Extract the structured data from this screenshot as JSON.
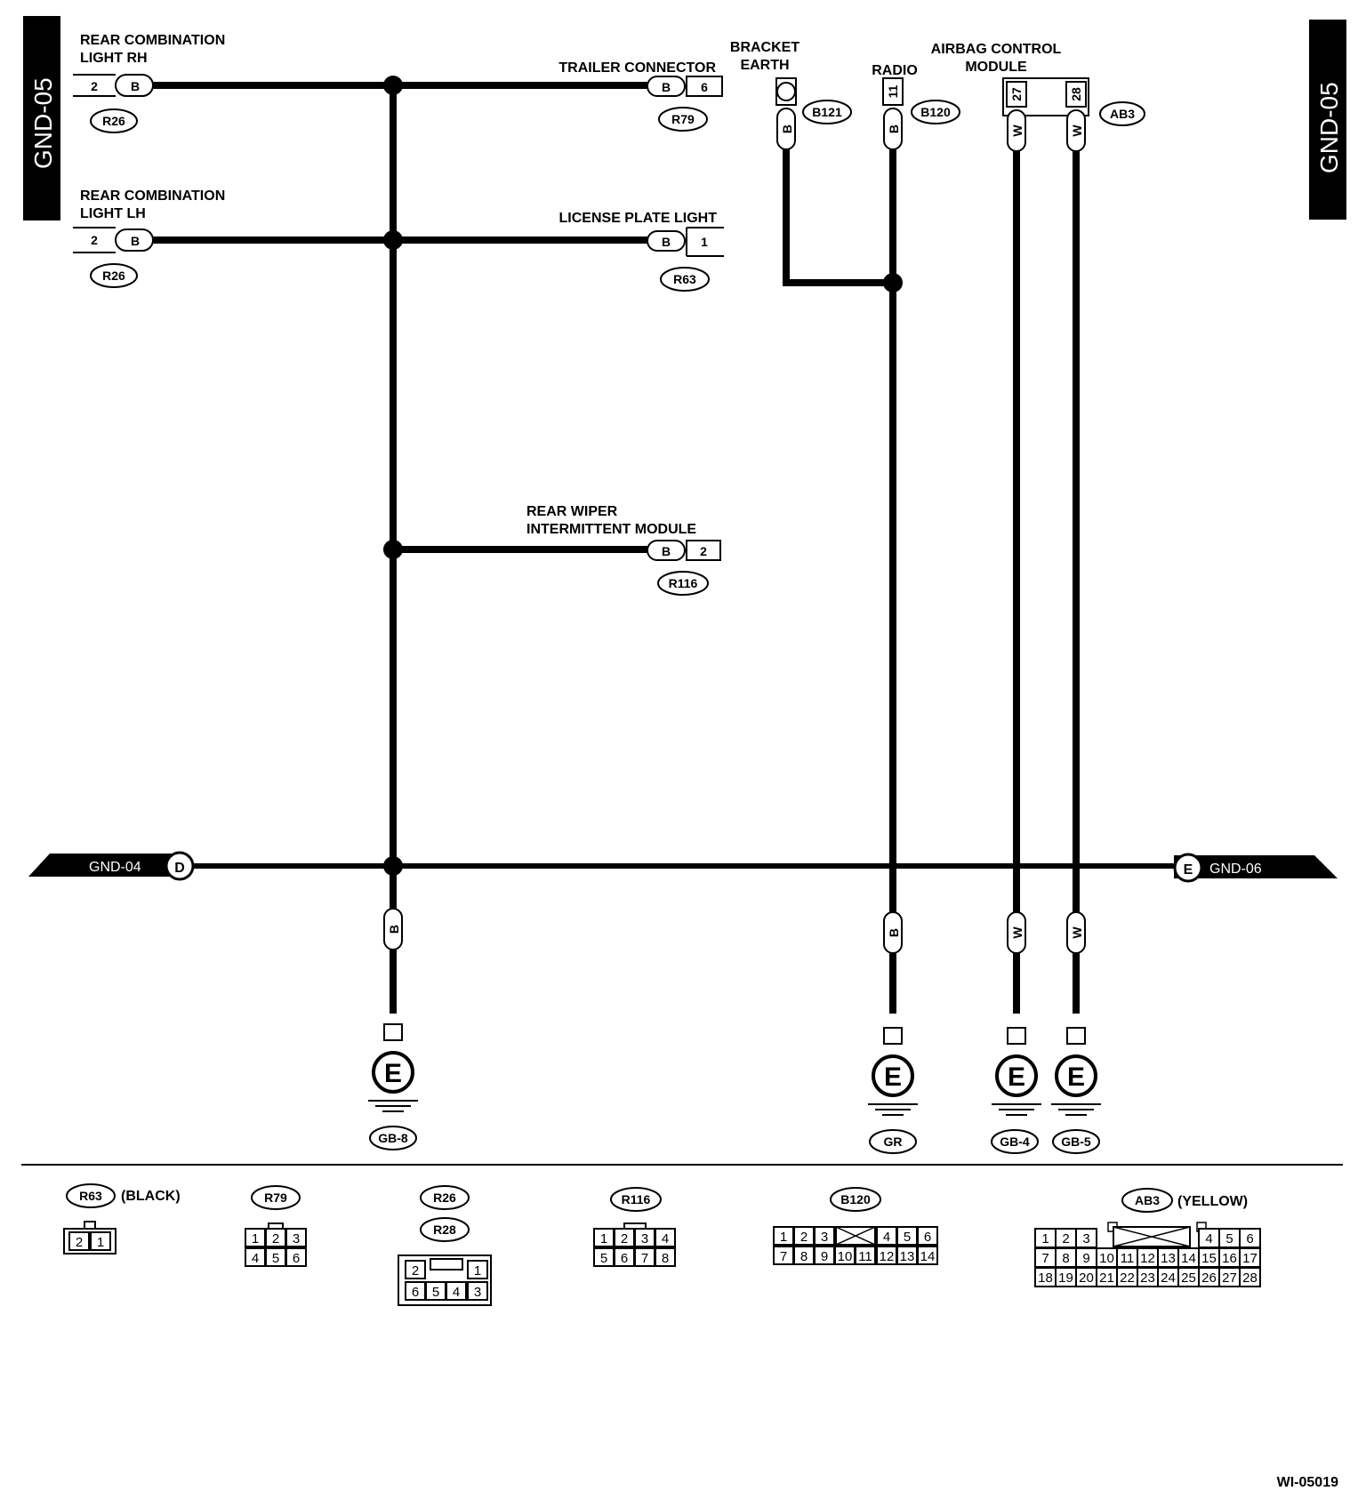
{
  "page_tabs": {
    "left": "GND-05",
    "right": "GND-05"
  },
  "figure_id": "WI-05019",
  "bus": {
    "left_label": "GND-04",
    "left_letter": "D",
    "right_label": "GND-06",
    "right_letter": "E"
  },
  "components": {
    "rcl_rh": {
      "line1": "REAR COMBINATION",
      "line2": "LIGHT RH",
      "pin": "2",
      "color": "B",
      "connector": "R26"
    },
    "rcl_lh": {
      "line1": "REAR COMBINATION",
      "line2": "LIGHT LH",
      "pin": "2",
      "color": "B",
      "connector": "R26"
    },
    "trailer": {
      "label": "TRAILER CONNECTOR",
      "color": "B",
      "pin": "6",
      "connector": "R79"
    },
    "license": {
      "label": "LICENSE PLATE LIGHT",
      "color": "B",
      "pin": "1",
      "connector": "R63"
    },
    "wiper": {
      "line1": "REAR WIPER",
      "line2": "INTERMITTENT MODULE",
      "color": "B",
      "pin": "2",
      "connector": "R116"
    },
    "bracket": {
      "line1": "BRACKET",
      "line2": "EARTH",
      "color": "B",
      "connector": "B121"
    },
    "radio": {
      "label": "RADIO",
      "pin": "11",
      "color": "B",
      "connector": "B120"
    },
    "airbag": {
      "line1": "AIRBAG CONTROL",
      "line2": "MODULE",
      "pin_a": "27",
      "pin_b": "28",
      "color_a": "W",
      "color_b": "W",
      "connector": "AB3"
    }
  },
  "grounds": [
    {
      "wire_color": "B",
      "letter": "E",
      "name": "GB-8"
    },
    {
      "wire_color": "B",
      "letter": "E",
      "name": "GR"
    },
    {
      "wire_color": "W",
      "letter": "E",
      "name": "GB-4"
    },
    {
      "wire_color": "W",
      "letter": "E",
      "name": "GB-5"
    }
  ],
  "connector_views": {
    "r63": {
      "name": "R63",
      "note": "(BLACK)",
      "rows": [
        [
          "2",
          "1"
        ]
      ]
    },
    "r79": {
      "name": "R79",
      "rows": [
        [
          "1",
          "2",
          "3"
        ],
        [
          "4",
          "5",
          "6"
        ]
      ]
    },
    "r26": {
      "name_a": "R26",
      "name_b": "R28",
      "rows": [
        [
          "2",
          "",
          "1"
        ],
        [
          "6",
          "5",
          "4",
          "3"
        ]
      ]
    },
    "r116": {
      "name": "R116",
      "rows": [
        [
          "1",
          "2",
          "3",
          "4"
        ],
        [
          "5",
          "6",
          "7",
          "8"
        ]
      ]
    },
    "b120": {
      "name": "B120",
      "rows": [
        [
          "1",
          "2",
          "3",
          "4",
          "5",
          "6"
        ],
        [
          "7",
          "8",
          "9",
          "10",
          "11",
          "12",
          "13",
          "14"
        ]
      ]
    },
    "ab3": {
      "name": "AB3",
      "note": "(YELLOW)",
      "rows": [
        [
          "1",
          "2",
          "3",
          "4",
          "5",
          "6"
        ],
        [
          "7",
          "8",
          "9",
          "10",
          "11",
          "12",
          "13",
          "14",
          "15",
          "16",
          "17"
        ],
        [
          "18",
          "19",
          "20",
          "21",
          "22",
          "23",
          "24",
          "25",
          "26",
          "27",
          "28"
        ]
      ]
    }
  }
}
